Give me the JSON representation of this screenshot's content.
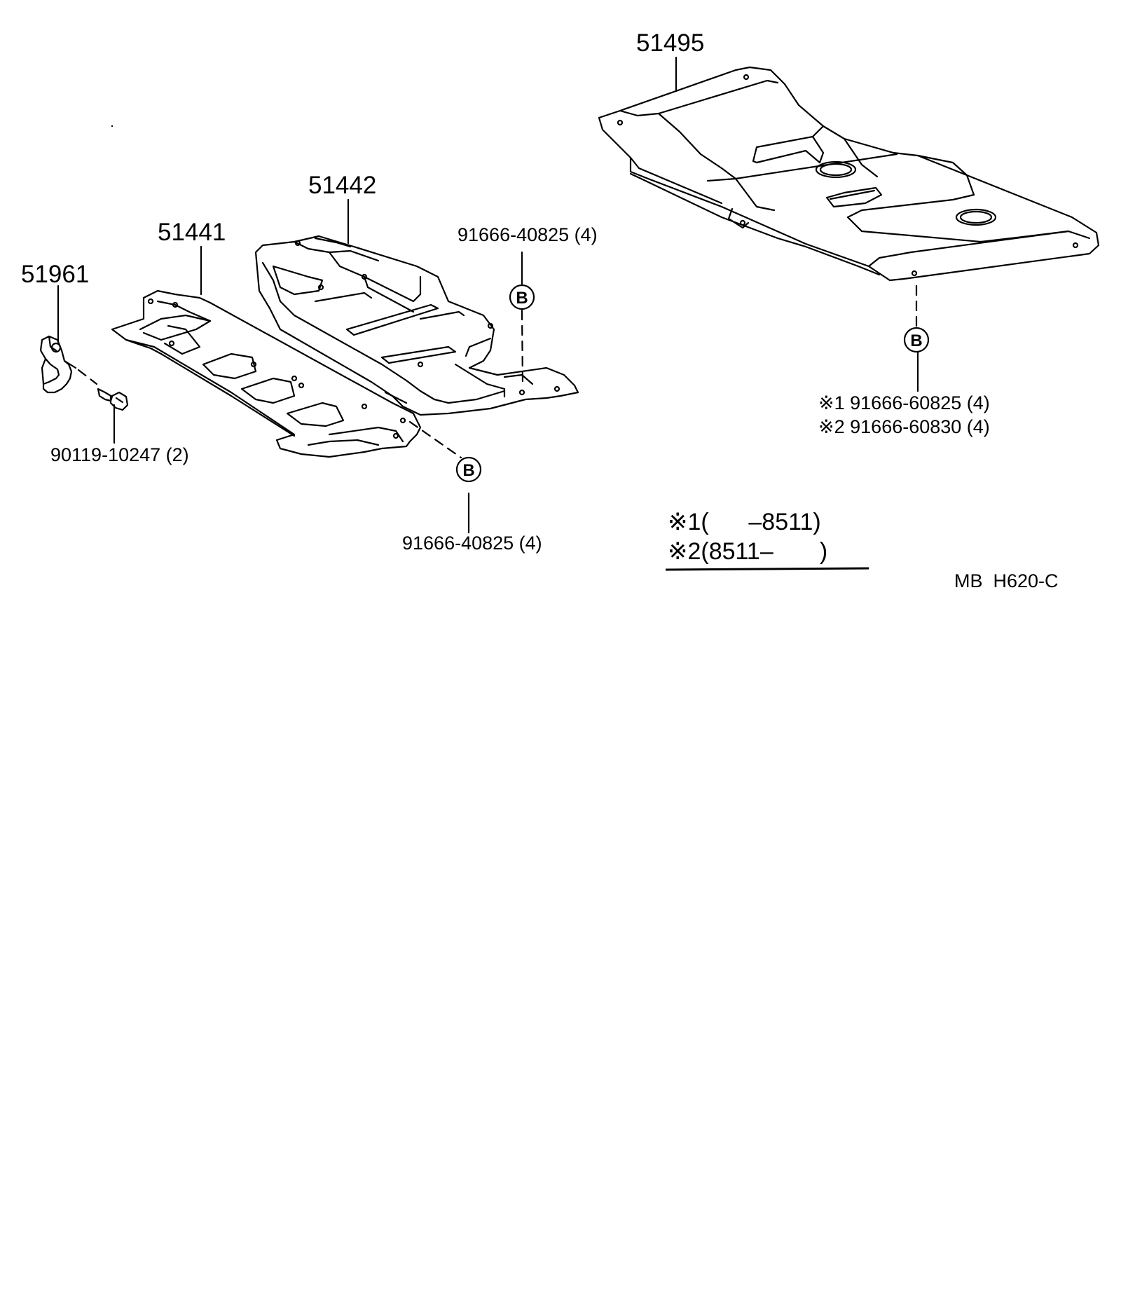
{
  "parts": {
    "p51495": "51495",
    "p51442": "51442",
    "p51441": "51441",
    "p51961": "51961"
  },
  "fasteners": {
    "bolt_upper_left": "91666-40825 (4)",
    "bolt_lower_left": "91666-40825 (4)",
    "clip_bolt": "90119-10247 (2)",
    "bolt_right_1": "※1 91666-60825 (4)",
    "bolt_right_2": "※2 91666-60830 (4)"
  },
  "callout_letter": "B",
  "notes": {
    "note1": "※1(      –8511)",
    "note2": "※2(8511–       )"
  },
  "code": "MB  H620-C"
}
